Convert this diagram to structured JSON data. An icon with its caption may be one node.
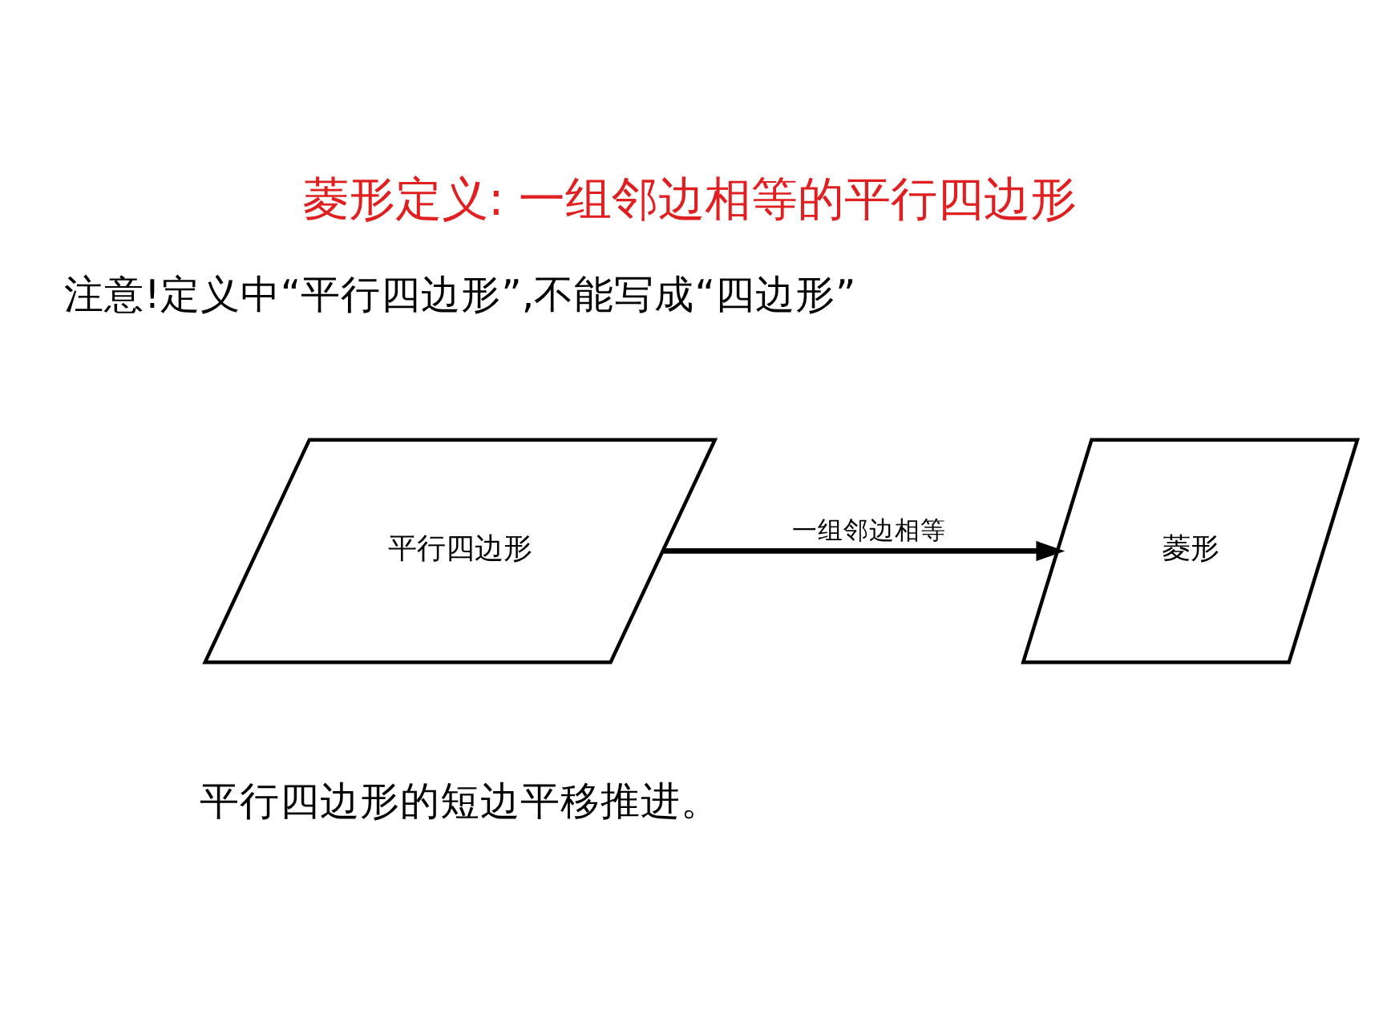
{
  "diagram": {
    "title": "菱形定义: 一组邻边相等的平行四边形",
    "caption": "平行四边形的短边平移推进。",
    "nodes": [
      {
        "text": [
          "平行四边形"
        ]
      },
      {
        "text": [
          "菱形"
        ]
      }
    ],
    "edges": [
      {
        "from": 0,
        "to": 1,
        "arrow": "to",
        "label": "一组邻边相等"
      }
    ],
    "labels": [
      "注意!定义中“平行四边形”,不能写成“四边形”"
    ]
  }
}
